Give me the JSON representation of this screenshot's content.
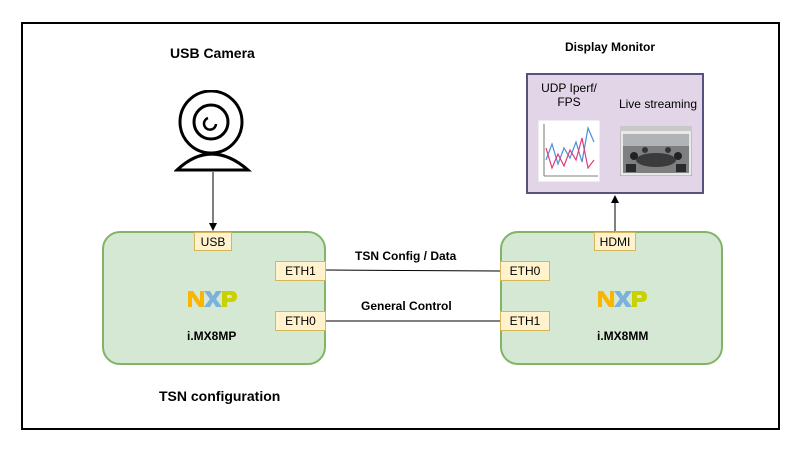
{
  "camera": {
    "title": "USB Camera",
    "icon": "webcam-icon"
  },
  "monitor": {
    "title": "Display Monitor",
    "left_caption": "UDP Iperf/\nFPS",
    "right_caption": "Live streaming",
    "left_icon": "line-chart-thumbnail",
    "right_icon": "video-stream-thumbnail"
  },
  "boards": {
    "left": {
      "name": "i.MX8MP",
      "logo": "NXP",
      "ports": {
        "top": "USB",
        "eth_a": "ETH1",
        "eth_b": "ETH0"
      }
    },
    "right": {
      "name": "i.MX8MM",
      "logo": "NXP",
      "ports": {
        "top": "HDMI",
        "eth_a": "ETH0",
        "eth_b": "ETH1"
      }
    }
  },
  "links": {
    "top": "TSN Config / Data",
    "bottom": "General Control"
  },
  "caption": "TSN configuration",
  "colors": {
    "board_fill": "#d5e8d4",
    "board_border": "#82b366",
    "port_fill": "#fff2cc",
    "port_border": "#d6b656",
    "monitor_fill": "#e1d5e7",
    "monitor_border": "#56517e",
    "nxp_n": "#f9b500",
    "nxp_x": "#7bb1db",
    "nxp_p": "#c9d200"
  }
}
